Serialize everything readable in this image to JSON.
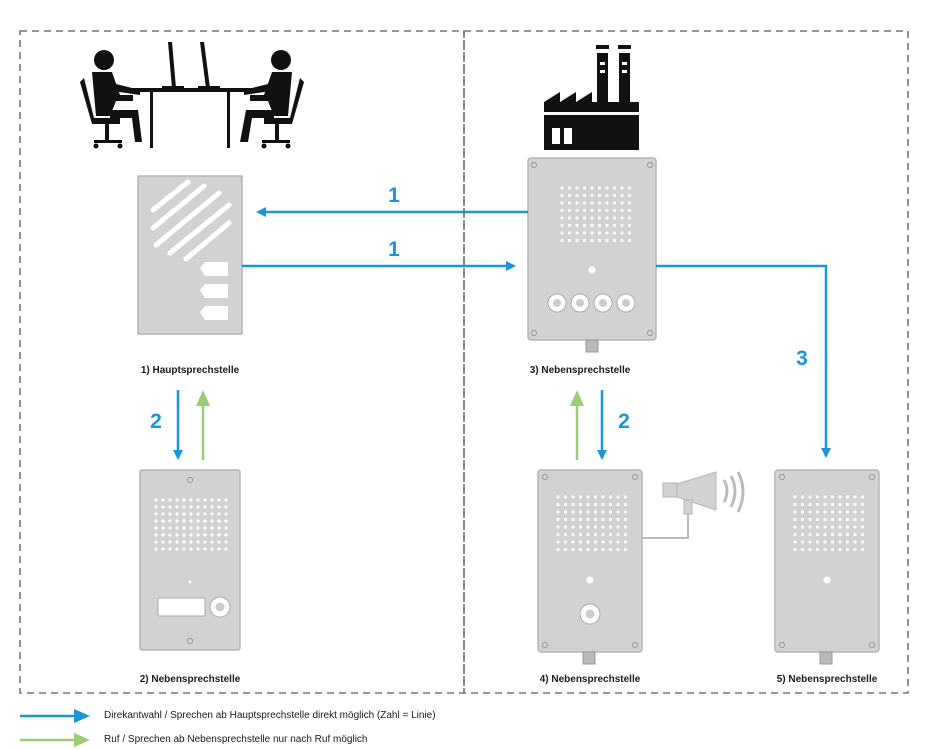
{
  "stations": {
    "s1": {
      "label": "1)  Hauptsprechstelle"
    },
    "s2": {
      "label": "2)  Nebensprechstelle"
    },
    "s3": {
      "label": "3)  Nebensprechstelle"
    },
    "s4": {
      "label": "4)  Nebensprechstelle"
    },
    "s5": {
      "label": "5)  Nebensprechstelle"
    }
  },
  "lines": {
    "line1_top": "1",
    "line1_bottom": "1",
    "line2_left": "2",
    "line2_right": "2",
    "line3": "3"
  },
  "legend": {
    "blue": "Direkantwahl / Sprechen ab Hauptsprechstelle direkt möglich (Zahl = Linie)",
    "green": "Ruf / Sprechen ab Nebensprechstelle nur nach Ruf möglich"
  },
  "colors": {
    "blue": "#1a96d4",
    "green": "#9ccc78",
    "panel": "#d2d2d2",
    "panel_edge": "#b4b4b4"
  },
  "icons": {
    "office": "office-workers-icon",
    "factory": "factory-icon",
    "horn": "horn-speaker-icon"
  }
}
